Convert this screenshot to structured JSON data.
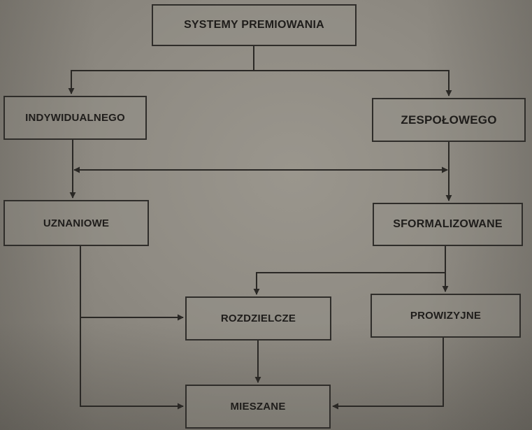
{
  "diagram": {
    "nodes": {
      "root": "SYSTEMY PREMIOWANIA",
      "individual": "INDYWIDUALNEGO",
      "team": "ZESPOŁOWEGO",
      "discretionary": "UZNANIOWE",
      "formalized": "SFORMALIZOWANE",
      "distributive": "ROZDZIELCZE",
      "commission": "PROWIZYJNE",
      "mixed": "MIESZANE"
    },
    "edges": [
      {
        "from": "root",
        "to": "individual"
      },
      {
        "from": "root",
        "to": "team"
      },
      {
        "from": "individual",
        "to": "team",
        "bidirectional": true
      },
      {
        "from": "individual",
        "to": "discretionary"
      },
      {
        "from": "team",
        "to": "formalized"
      },
      {
        "from": "formalized",
        "to": "distributive"
      },
      {
        "from": "formalized",
        "to": "commission"
      },
      {
        "from": "discretionary",
        "to": "distributive"
      },
      {
        "from": "discretionary",
        "to": "mixed"
      },
      {
        "from": "distributive",
        "to": "mixed"
      },
      {
        "from": "commission",
        "to": "mixed"
      }
    ],
    "colors": {
      "line": "#2a2825",
      "box_border": "#2f2d2a",
      "text": "#1f1d1b"
    }
  }
}
